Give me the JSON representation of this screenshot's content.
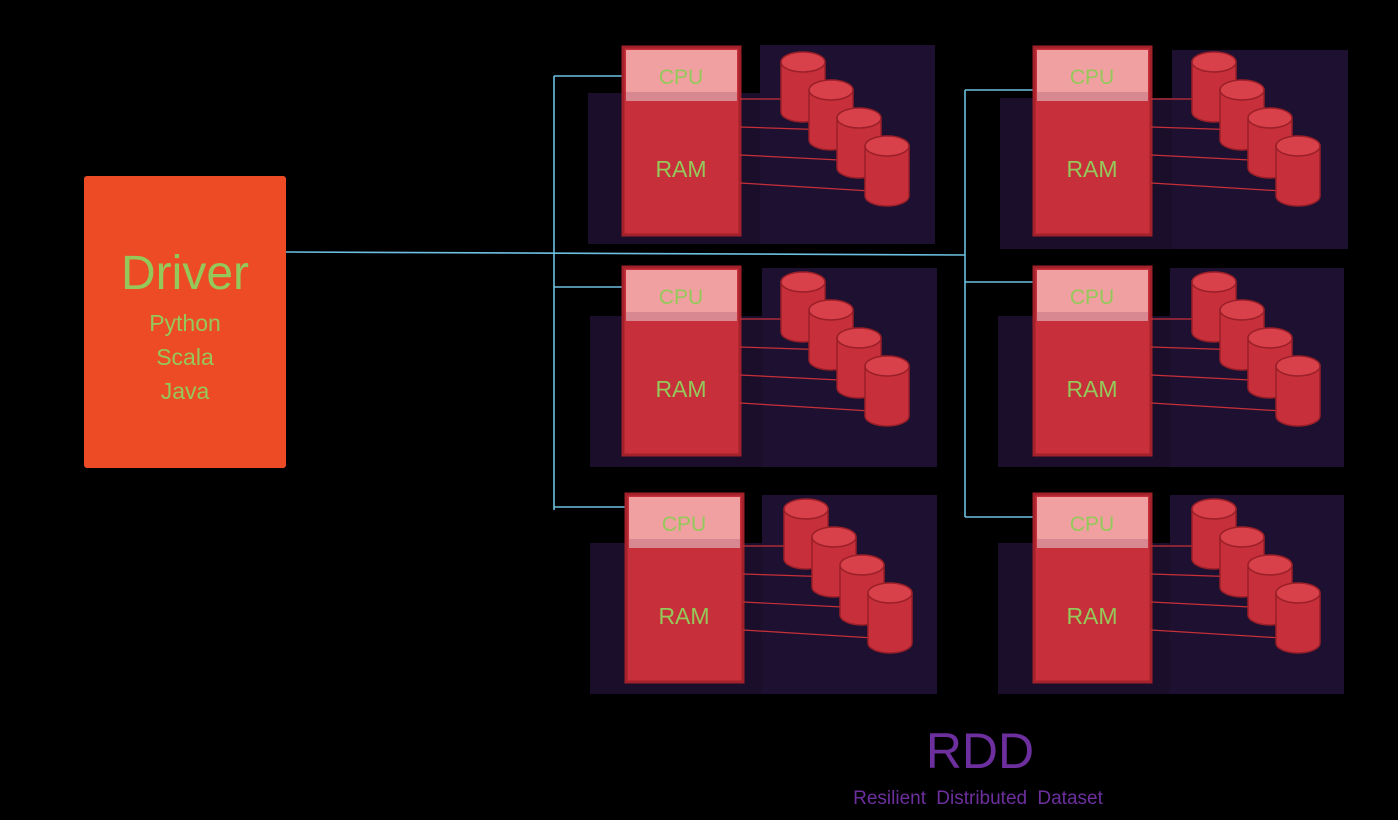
{
  "driver": {
    "title": "Driver",
    "languages": [
      "Python",
      "Scala",
      "Java"
    ]
  },
  "worker": {
    "cpu_label": "CPU",
    "ram_label": "RAM"
  },
  "rdd": {
    "title": "RDD",
    "subtitle": "Resilient  Distributed  Dataset"
  },
  "colors": {
    "driver": "#ec4b26",
    "driver_text": "#95c85a",
    "worker_panel": "#1e1030",
    "ram": "#c7303a",
    "ram_border": "#a3212a",
    "cpu": "#f0a0a0",
    "connector": "#6cc0e0",
    "rdd": "#6d2f9e"
  }
}
